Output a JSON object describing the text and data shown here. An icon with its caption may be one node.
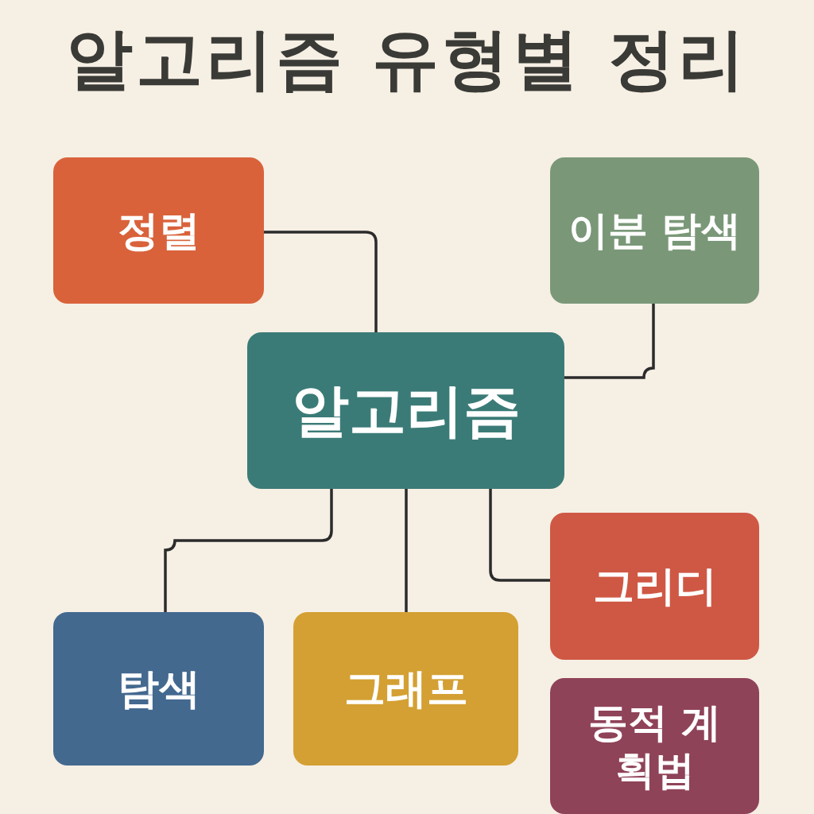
{
  "diagram": {
    "title": "알고리즘 유형별 정리",
    "nodes": [
      {
        "text": [
          "정렬"
        ]
      },
      {
        "text": [
          "이분 탐색"
        ]
      },
      {
        "text": [
          "알고리즘"
        ]
      },
      {
        "text": [
          "탐색"
        ]
      },
      {
        "text": [
          "그래프"
        ]
      },
      {
        "text": [
          "그리디"
        ]
      },
      {
        "text": [
          "동적 계획법"
        ]
      }
    ],
    "edges": [
      {
        "from": 2,
        "to": 0,
        "arrow": "none"
      },
      {
        "from": 2,
        "to": 1,
        "arrow": "none"
      },
      {
        "from": 2,
        "to": 3,
        "arrow": "none"
      },
      {
        "from": 2,
        "to": 4,
        "arrow": "none"
      },
      {
        "from": 2,
        "to": 5,
        "arrow": "none"
      }
    ]
  }
}
